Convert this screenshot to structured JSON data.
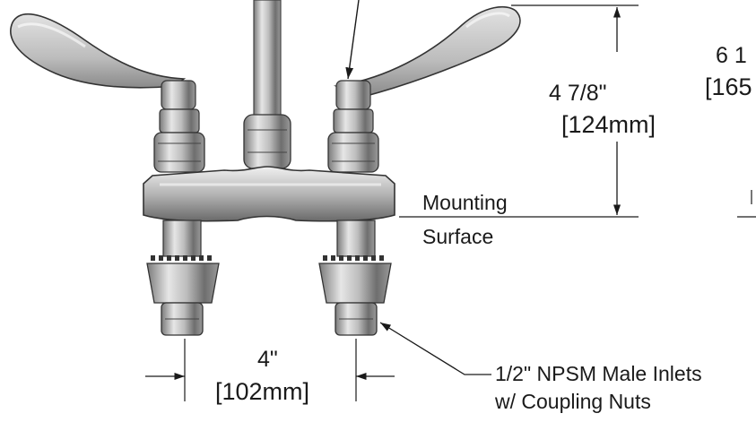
{
  "dimensions": {
    "handle_height": {
      "imperial": "4 7/8\"",
      "metric": "[124mm]"
    },
    "overall_height": {
      "imperial": "6 1",
      "metric": "[165"
    },
    "inlet_spacing": {
      "imperial": "4\"",
      "metric": "[102mm]"
    }
  },
  "labels": {
    "mounting_line1": "Mounting",
    "mounting_line2": "Surface",
    "inlets_line1": "1/2\" NPSM Male Inlets",
    "inlets_line2": "w/ Coupling Nuts"
  },
  "colors": {
    "ink": "#1a1a1a",
    "chrome_light": "#d9d9d9",
    "chrome_mid": "#a8a8a8",
    "chrome_dark": "#555555",
    "background": "#ffffff"
  }
}
